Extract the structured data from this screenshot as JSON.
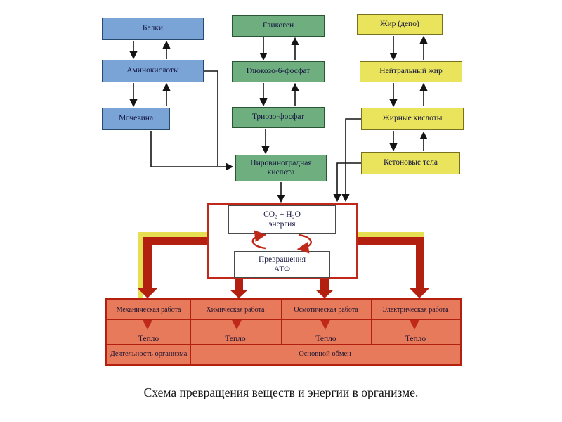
{
  "title_caption": "Схема превращения веществ и энергии в организме.",
  "chains": {
    "protein": [
      {
        "label": "Белки"
      },
      {
        "label": "Аминокислоты"
      },
      {
        "label": "Мочевина"
      }
    ],
    "carbohydrate": [
      {
        "label": "Гликоген"
      },
      {
        "label": "Глюкозо-6-фосфат"
      },
      {
        "label": "Триозо-фосфат"
      },
      {
        "label": "Пировиноградная кислота"
      }
    ],
    "fat": [
      {
        "label": "Жир (депо)"
      },
      {
        "label": "Нейтральный жир"
      },
      {
        "label": "Жирные кислоты"
      },
      {
        "label": "Кетоновые тела"
      }
    ]
  },
  "energy_block": {
    "co2_h2o": "CO₂ + H₂O",
    "energy": "энергия",
    "transform": "Превращения",
    "atp": "АТФ"
  },
  "work_table": {
    "columns": [
      {
        "work": "Механическая работа",
        "heat": "Тепло"
      },
      {
        "work": "Химическая работа",
        "heat": "Тепло"
      },
      {
        "work": "Осмотическая работа",
        "heat": "Тепло"
      },
      {
        "work": "Электрическая работа",
        "heat": "Тепло"
      }
    ],
    "activity": "Деятельность организма",
    "basal": "Основной обмен"
  },
  "colors": {
    "protein_box": "#7aa4d6",
    "carbohydrate_box": "#6fae7e",
    "fat_box": "#e9e45c",
    "table_fill": "#e87a5c",
    "red_accent": "#c0281a",
    "yellow_accent": "#e6df52"
  }
}
